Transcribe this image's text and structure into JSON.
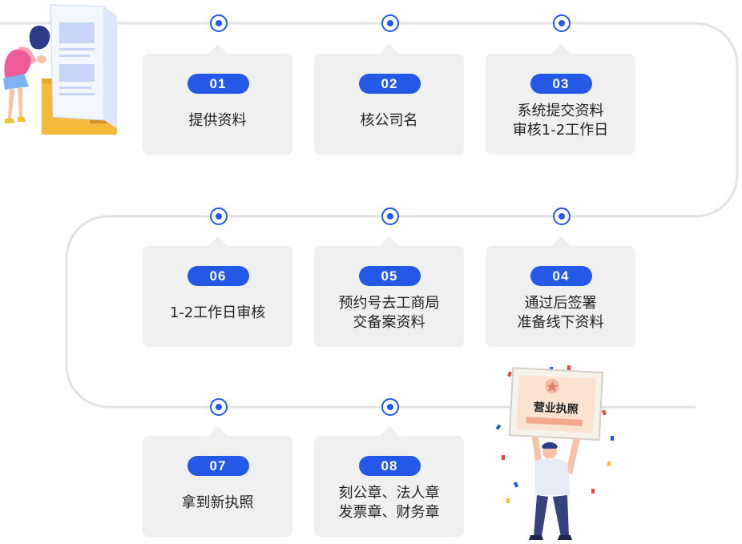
{
  "colors": {
    "accent": "#2458e6",
    "card_bg": "#f0f0f1",
    "track": "#e3e3e5",
    "text": "#222222"
  },
  "steps": [
    {
      "number": "01",
      "lines": [
        "提供资料"
      ]
    },
    {
      "number": "02",
      "lines": [
        "核公司名"
      ]
    },
    {
      "number": "03",
      "lines": [
        "系统提交资料",
        "审核1-2工作日"
      ]
    },
    {
      "number": "04",
      "lines": [
        "通过后签署",
        "准备线下资料"
      ]
    },
    {
      "number": "05",
      "lines": [
        "预约号去工商局",
        "交备案资料"
      ]
    },
    {
      "number": "06",
      "lines": [
        "1-2工作日审核"
      ]
    },
    {
      "number": "07",
      "lines": [
        "拿到新执照"
      ]
    },
    {
      "number": "08",
      "lines": [
        "刻公章、法人章",
        "发票章、财务章"
      ]
    }
  ],
  "illustrations": {
    "woman_with_document": "woman-reading-document-illustration",
    "man_with_license": "man-holding-license-illustration",
    "license_text": "营业执照"
  }
}
